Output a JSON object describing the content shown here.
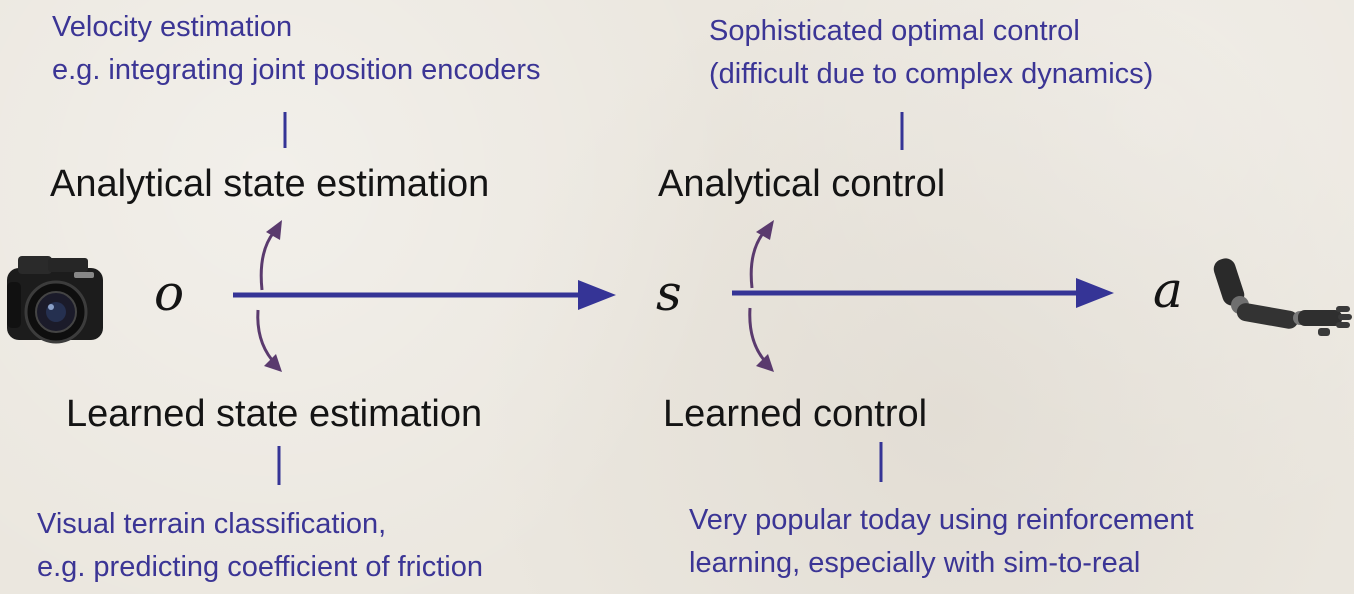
{
  "colors": {
    "note_text": "#3b3595",
    "main_arrow": "#353496",
    "branch_arrow": "#5a3a6e",
    "heading_text": "#141414",
    "background": "#ebe7df"
  },
  "icons": {
    "left": "camera-icon",
    "right": "robot-arm-icon"
  },
  "variables": {
    "observation": "o",
    "state": "s",
    "action": "a"
  },
  "state_estimation": {
    "analytical": {
      "heading": "Analytical state estimation",
      "note_line1": "Velocity estimation",
      "note_line2": "e.g. integrating joint position encoders"
    },
    "learned": {
      "heading": "Learned state estimation",
      "note_line1": "Visual terrain classification,",
      "note_line2": "e.g. predicting coefficient of friction"
    }
  },
  "control": {
    "analytical": {
      "heading": "Analytical control",
      "note_line1": "Sophisticated optimal control",
      "note_line2": "(difficult due to complex dynamics)"
    },
    "learned": {
      "heading": "Learned control",
      "note_line1": "Very popular today using reinforcement",
      "note_line2": "learning, especially with sim-to-real"
    }
  }
}
